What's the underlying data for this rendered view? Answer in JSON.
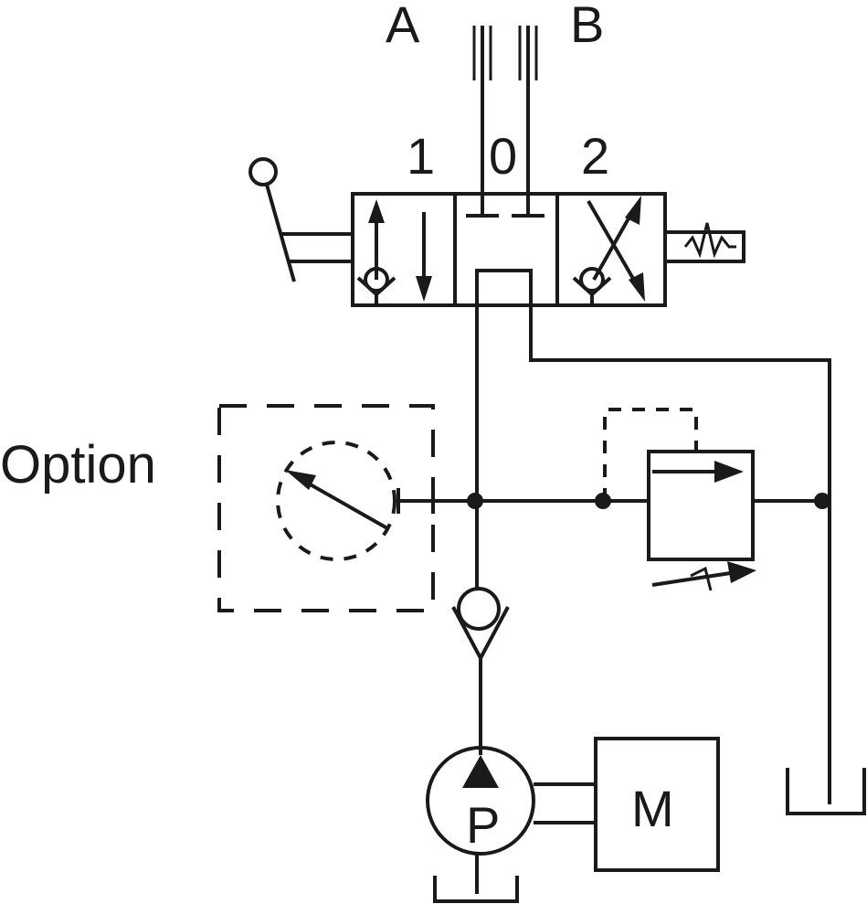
{
  "labels": {
    "port_a": "A",
    "port_b": "B",
    "position_1": "1",
    "position_0": "0",
    "position_2": "2",
    "option": "Option",
    "pump": "P",
    "motor": "M"
  },
  "colors": {
    "line": "#1a1a1a",
    "background": "#ffffff"
  }
}
